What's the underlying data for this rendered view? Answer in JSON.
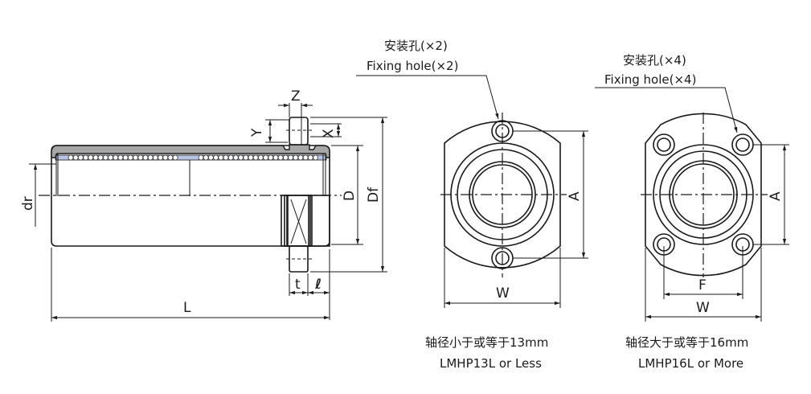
{
  "colors": {
    "line": "#1a1a1a",
    "housing_fill": "#a7a7a7",
    "retainer_fill": "#b9c4e4",
    "background": "#ffffff"
  },
  "side_view": {
    "labels": {
      "Z": "Z",
      "Y": "Y",
      "X": "X",
      "D": "D",
      "Df": "Df",
      "dr": "dr",
      "t": "t",
      "l": "ℓ",
      "L": "L"
    }
  },
  "front_view_small": {
    "callout_cn": "安装孔(×2)",
    "callout_en": "Fixing hole(×2)",
    "labels": {
      "A": "A",
      "W": "W"
    },
    "caption_cn": "轴径小于或等于13mm",
    "caption_en": "LMHP13L or Less"
  },
  "front_view_large": {
    "callout_cn": "安装孔(×4)",
    "callout_en": "Fixing hole(×4)",
    "labels": {
      "A": "A",
      "F": "F",
      "W": "W"
    },
    "caption_cn": "轴径大于或等于16mm",
    "caption_en": "LMHP16L or More"
  }
}
